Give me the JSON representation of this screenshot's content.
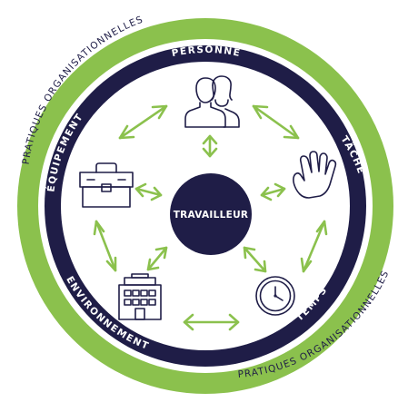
{
  "outer_ring": {
    "label_top": "PRATIQUES ORGANISATIONNELLES",
    "label_bottom": "PRATIQUES ORGANISATIONNELLES"
  },
  "inner_ring": {
    "label_personne": "PERSONNE",
    "label_tache": "TÂCHE",
    "label_temps": "TEMPS",
    "label_environnement": "ENVIRONNEMENT",
    "label_equipement": "ÉQUIPEMENT"
  },
  "center": {
    "label": "TRAVAILLEUR"
  },
  "nodes": [
    {
      "id": "personne",
      "icon": "people-icon"
    },
    {
      "id": "tache",
      "icon": "hand-icon"
    },
    {
      "id": "temps",
      "icon": "clock-icon"
    },
    {
      "id": "environnement",
      "icon": "building-icon"
    },
    {
      "id": "equipement",
      "icon": "toolbox-icon"
    }
  ],
  "colors": {
    "outer_ring": "#8bc14d",
    "inner_ring": "#1f1d47",
    "center": "#1f1d47",
    "arrows": "#8bc14d",
    "icons": "#1f1d47"
  }
}
